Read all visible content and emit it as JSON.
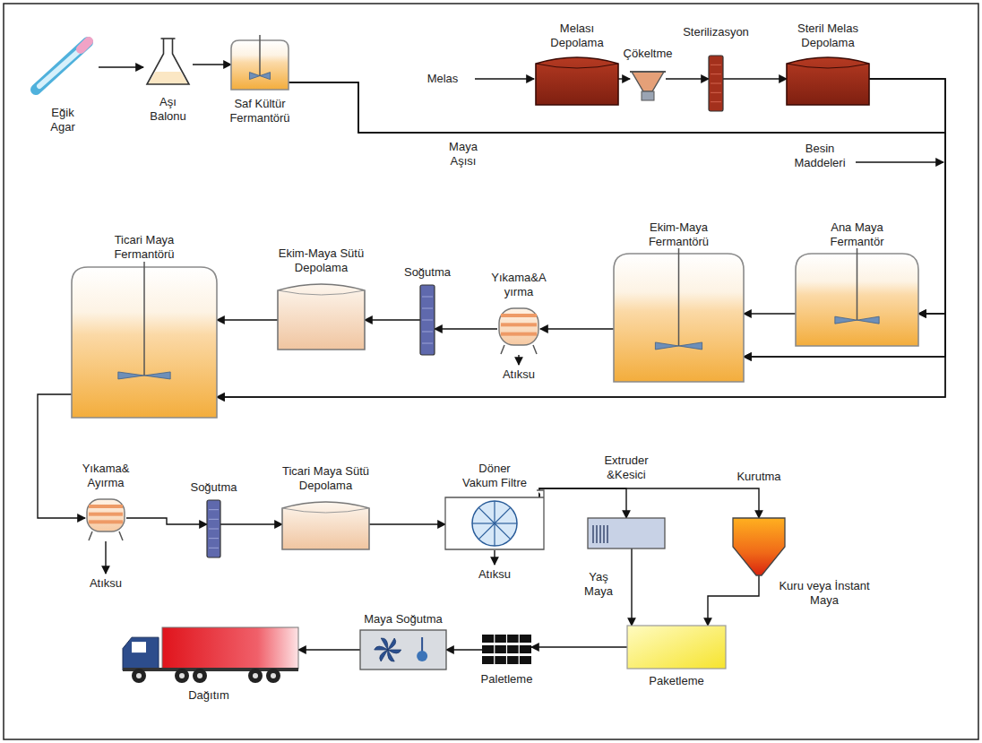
{
  "diagram": {
    "nodes": [
      {
        "text": [
          "Eğik Agar"
        ]
      },
      {
        "text": [
          "Aşı Balonu"
        ]
      },
      {
        "text": [
          "Saf Kültür Fermantörü"
        ]
      },
      {
        "text": [
          "Melası Depolama"
        ]
      },
      {
        "text": [
          "Çökeltme"
        ]
      },
      {
        "text": [
          "Sterilizasyon"
        ]
      },
      {
        "text": [
          "Steril Melas Depolama"
        ]
      },
      {
        "text": [
          "Ana Maya Fermantör"
        ]
      },
      {
        "text": [
          "Ekim-Maya Fermantörü"
        ]
      },
      {
        "text": [
          "Yıkama&A yırma"
        ]
      },
      {
        "text": [
          "Soğutma"
        ]
      },
      {
        "text": [
          "Ekim-Maya Sütü Depolama"
        ]
      },
      {
        "text": [
          "Ticari Maya Fermantörü"
        ]
      },
      {
        "text": [
          "Yıkama& Ayırma"
        ]
      },
      {
        "text": [
          "Soğutma"
        ]
      },
      {
        "text": [
          "Ticari Maya Sütü Depolama"
        ]
      },
      {
        "text": [
          "Döner Vakum Filtre"
        ]
      },
      {
        "text": [
          "Extruder &Kesici"
        ]
      },
      {
        "text": [
          "Kurutma"
        ]
      },
      {
        "text": [
          "Paketleme"
        ]
      },
      {
        "text": [
          "Paletleme"
        ]
      },
      {
        "text": [
          "Maya Soğutma"
        ]
      },
      {
        "text": [
          "Dağıtım"
        ]
      }
    ],
    "edges": [
      {
        "from": 0,
        "to": 1,
        "arrow": "to"
      },
      {
        "from": 1,
        "to": 2,
        "arrow": "to"
      },
      {
        "from": 3,
        "to": 4,
        "arrow": "to"
      },
      {
        "from": 4,
        "to": 5,
        "arrow": "to"
      },
      {
        "from": 5,
        "to": 6,
        "arrow": "to"
      },
      {
        "from": 2,
        "to": 7,
        "arrow": "to"
      },
      {
        "from": 2,
        "to": 8,
        "arrow": "to"
      },
      {
        "from": 2,
        "to": 12,
        "arrow": "to"
      },
      {
        "from": 6,
        "to": 7,
        "arrow": "to"
      },
      {
        "from": 6,
        "to": 8,
        "arrow": "to"
      },
      {
        "from": 6,
        "to": 12,
        "arrow": "to"
      },
      {
        "from": 7,
        "to": 8,
        "arrow": "to"
      },
      {
        "from": 8,
        "to": 9,
        "arrow": "to"
      },
      {
        "from": 9,
        "to": 10,
        "arrow": "to"
      },
      {
        "from": 10,
        "to": 11,
        "arrow": "to"
      },
      {
        "from": 11,
        "to": 12,
        "arrow": "to"
      },
      {
        "from": 12,
        "to": 13,
        "arrow": "to"
      },
      {
        "from": 13,
        "to": 14,
        "arrow": "to"
      },
      {
        "from": 14,
        "to": 15,
        "arrow": "to"
      },
      {
        "from": 15,
        "to": 16,
        "arrow": "to"
      },
      {
        "from": 16,
        "to": 17,
        "arrow": "to"
      },
      {
        "from": 16,
        "to": 18,
        "arrow": "to"
      },
      {
        "from": 17,
        "to": 19,
        "label": "Yaş Maya",
        "arrow": "to"
      },
      {
        "from": 18,
        "to": 19,
        "label": "Kuru veya İnstant Maya",
        "arrow": "to"
      },
      {
        "from": 19,
        "to": 20,
        "arrow": "to"
      },
      {
        "from": 20,
        "to": 21,
        "arrow": "to"
      },
      {
        "from": 21,
        "to": 22,
        "arrow": "to"
      }
    ],
    "labels": [
      "Melas",
      "Maya Aşısı",
      "Besin Maddeleri",
      "Atıksu",
      "Atıksu",
      "Atıksu"
    ]
  }
}
